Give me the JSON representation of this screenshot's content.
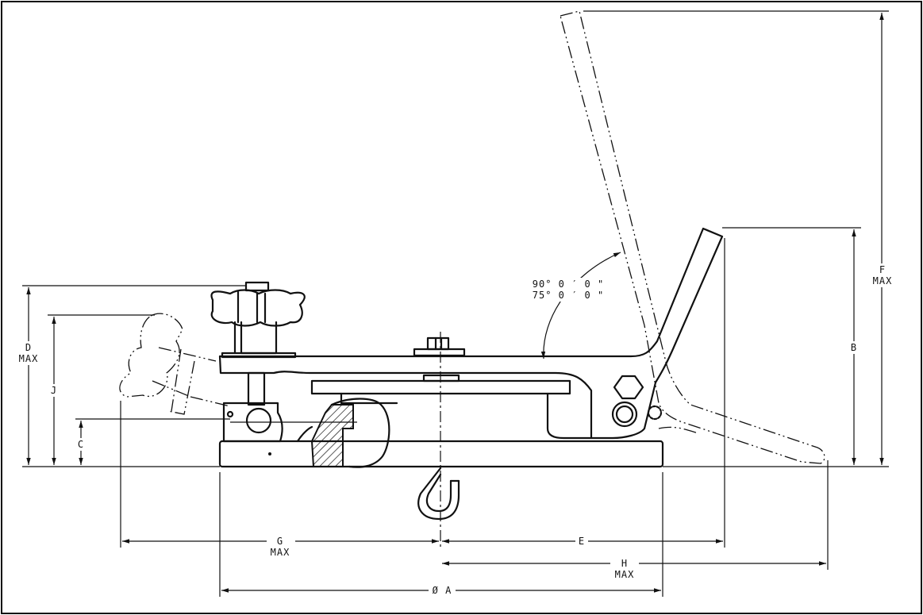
{
  "dimensions": {
    "A": "Ø A",
    "B": "B",
    "C": "C",
    "D": [
      "D",
      "MAX"
    ],
    "E": "E",
    "F": [
      "F",
      "MAX"
    ],
    "G": [
      "G",
      "MAX"
    ],
    "H": [
      "H",
      "MAX"
    ],
    "J": "J"
  },
  "angles": [
    "90° 0 ′ 0 \"",
    "75° 0 ′ 0 \""
  ]
}
